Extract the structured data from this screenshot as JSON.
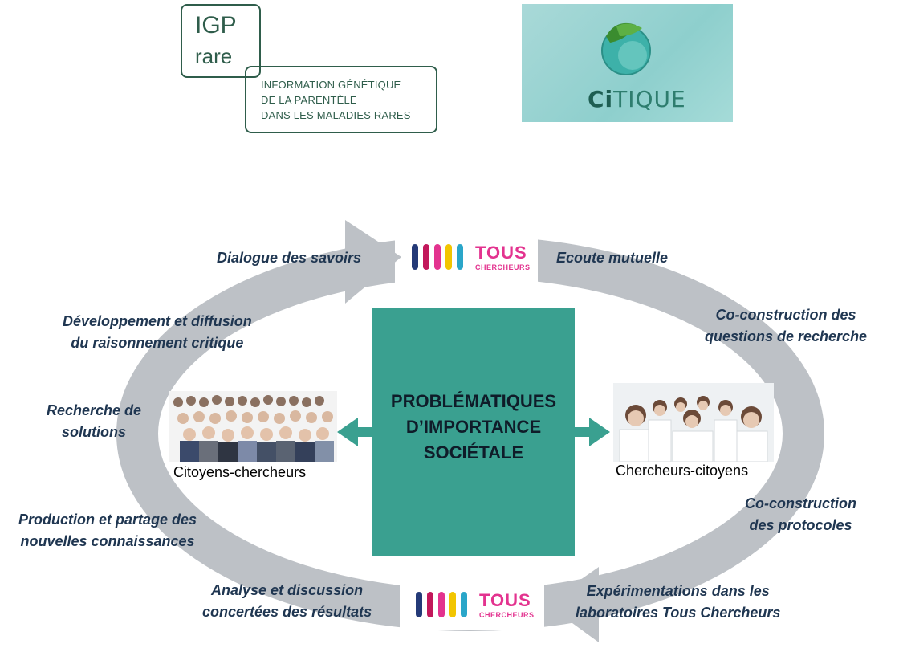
{
  "logos": {
    "igp": {
      "title": "IGP",
      "subtitle": "rare",
      "lines": [
        "INFORMATION GÉNÉTIQUE",
        "DE LA PARENTÈLE",
        "DANS LES MALADIES RARES"
      ]
    },
    "citique": {
      "prefix": "Ci",
      "suffix": "TIQUE"
    },
    "tous_chercheurs": {
      "word": "TOUS",
      "sub": "CHERCHEURS"
    }
  },
  "center": {
    "lines": [
      "PROBLÉMATIQUES",
      "D’IMPORTANCE",
      "SOCIÉTALE"
    ]
  },
  "photos": {
    "left_caption": "Citoyens-chercheurs",
    "right_caption": "Chercheurs-citoyens"
  },
  "cycle_labels": {
    "dialogue": [
      "Dialogue des savoirs"
    ],
    "ecoute": [
      "Ecoute mutuelle"
    ],
    "developpement": [
      "Développement et diffusion",
      "du raisonnement critique"
    ],
    "questions": [
      "Co-construction des",
      "questions de recherche"
    ],
    "recherche": [
      "Recherche de",
      "solutions"
    ],
    "production": [
      "Production et partage des",
      "nouvelles connaissances"
    ],
    "protocoles": [
      "Co-construction",
      "des protocoles"
    ],
    "analyse": [
      "Analyse et discussion",
      "concertées des résultats"
    ],
    "experimentations": [
      "Expérimentations dans les",
      "laboratoires Tous Chercheurs"
    ]
  },
  "colors": {
    "cycle_gray": "#bdc1c6",
    "center_teal": "#3aa090",
    "label_navy": "#1f3651",
    "logo_green": "#2f5d4b",
    "tous_pink": "#e3338f"
  }
}
